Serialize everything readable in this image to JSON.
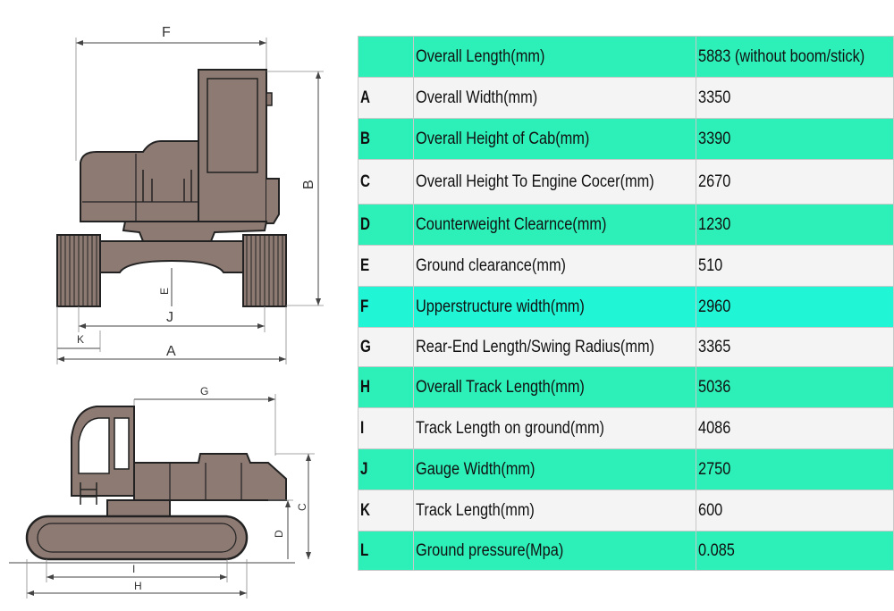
{
  "drawing": {
    "front_labels": {
      "F": "F",
      "B": "B",
      "E": "E",
      "J": "J",
      "K": "K",
      "A": "A"
    },
    "side_labels": {
      "G": "G",
      "C": "C",
      "D": "D",
      "I": "I",
      "H": "H"
    }
  },
  "specs": [
    {
      "letter": "",
      "name": "Overall Length(mm)",
      "value": "5883 (without boom/stick)",
      "style": "green"
    },
    {
      "letter": "A",
      "name": "Overall Width(mm)",
      "value": "3350",
      "style": "white"
    },
    {
      "letter": "B",
      "name": "Overall Height of Cab(mm)",
      "value": "3390",
      "style": "green"
    },
    {
      "letter": "C",
      "name": "Overall Height To Engine Cocer(mm)",
      "value": "2670",
      "style": "white"
    },
    {
      "letter": "D",
      "name": "Counterweight Clearnce(mm)",
      "value": "1230",
      "style": "green"
    },
    {
      "letter": "E",
      "name": "Ground clearance(mm)",
      "value": "510",
      "style": "white"
    },
    {
      "letter": "F",
      "name": "Upperstructure width(mm)",
      "value": "2960",
      "style": "cyan"
    },
    {
      "letter": "G",
      "name": "Rear-End Length/Swing Radius(mm)",
      "value": "3365",
      "style": "white"
    },
    {
      "letter": "H",
      "name": "Overall Track Length(mm)",
      "value": "5036",
      "style": "green"
    },
    {
      "letter": "I",
      "name": "Track Length on ground(mm)",
      "value": "4086",
      "style": "white"
    },
    {
      "letter": "J",
      "name": "Gauge Width(mm)",
      "value": "2750",
      "style": "green"
    },
    {
      "letter": "K",
      "name": "Track Length(mm)",
      "value": "600",
      "style": "white"
    },
    {
      "letter": "L",
      "name": "Ground pressure(Mpa)",
      "value": "0.085",
      "style": "green"
    }
  ]
}
